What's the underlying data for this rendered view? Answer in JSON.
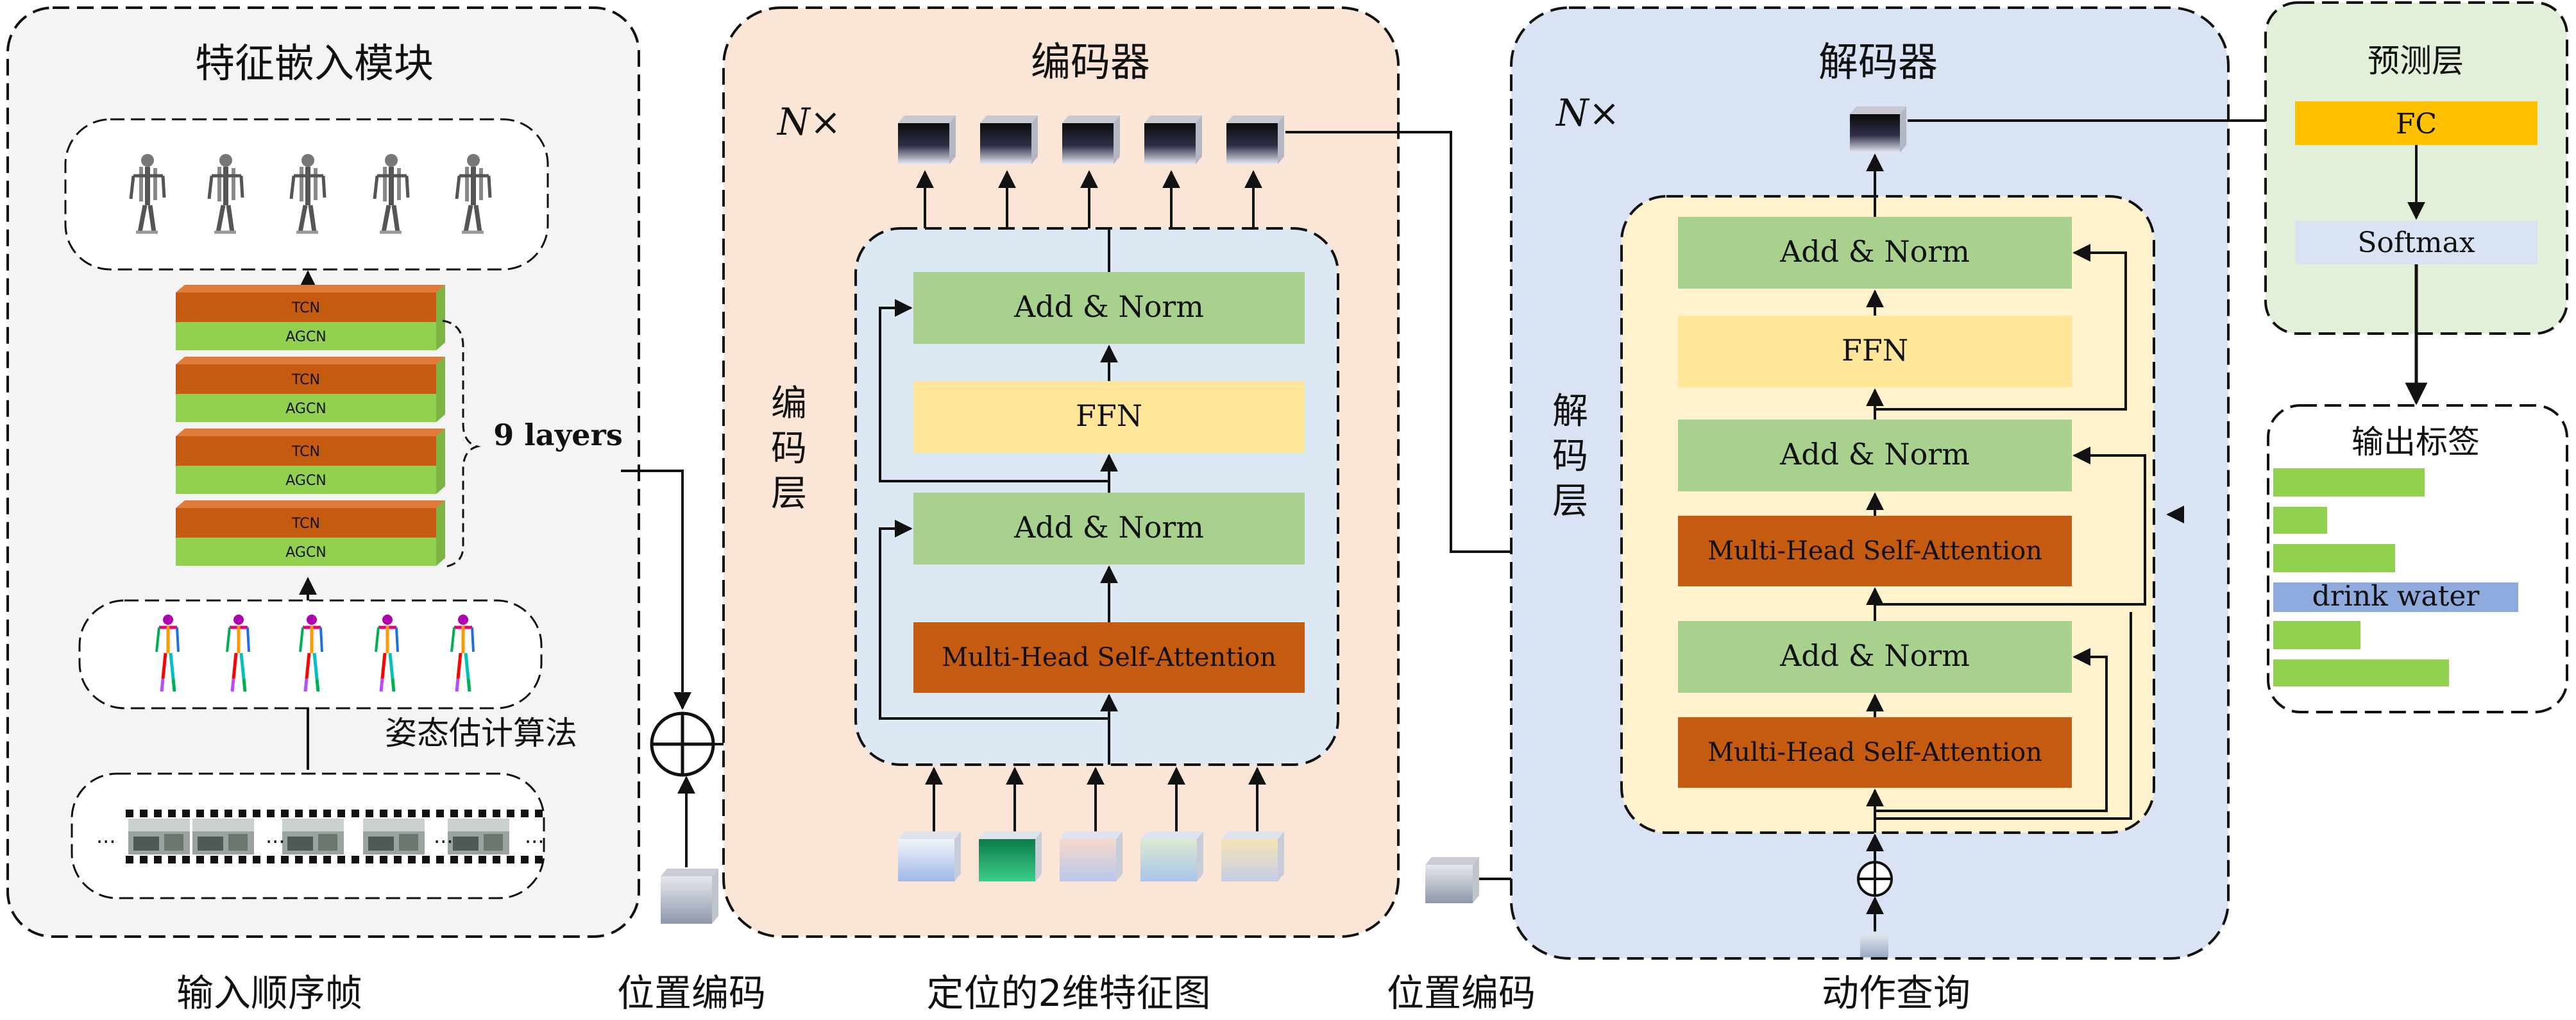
{
  "sections": {
    "feature_embedding": {
      "title": "特征嵌入模块",
      "layers_label": "9 layers",
      "pose_label": "姿态估计算法",
      "block_layers": [
        {
          "top": "TCN",
          "bottom": "AGCN"
        },
        {
          "top": "TCN",
          "bottom": "AGCN"
        },
        {
          "top": "TCN",
          "bottom": "AGCN"
        },
        {
          "top": "TCN",
          "bottom": "AGCN"
        }
      ],
      "frame_dots": "..."
    },
    "encoder": {
      "title": "编码器",
      "repeat": "N×",
      "layer_label": [
        "编",
        "码",
        "层"
      ],
      "blocks": {
        "add_norm_top": "Add & Norm",
        "ffn": "FFN",
        "add_norm_bottom": "Add & Norm",
        "attention": "Multi-Head Self-Attention"
      }
    },
    "decoder": {
      "title": "解码器",
      "repeat": "N×",
      "layer_label": [
        "解",
        "码",
        "层"
      ],
      "blocks": {
        "add_norm_1": "Add & Norm",
        "ffn": "FFN",
        "add_norm_2": "Add & Norm",
        "cross_attention": "Multi-Head Self-Attention",
        "add_norm_3": "Add & Norm",
        "self_attention": "Multi-Head Self-Attention"
      }
    },
    "prediction": {
      "title": "预测层",
      "fc": "FC",
      "softmax": "Softmax"
    },
    "output": {
      "title": "输出标签",
      "highlight": "drink water"
    }
  },
  "bottom_labels": {
    "input_frames": "输入顺序帧",
    "pos_enc_1": "位置编码",
    "feature_map": "定位的2维特征图",
    "pos_enc_2": "位置编码",
    "action_query": "动作查询"
  },
  "colors": {
    "panel_gray": "#f4f4f4",
    "panel_encoder": "#fbe5d6",
    "panel_decoder": "#dae3f3",
    "panel_prediction": "#e2f0d9",
    "inner_encoder": "#dde8f5",
    "inner_decoder": "#fff2cc",
    "add_norm": "#a9d18e",
    "ffn": "#ffe699",
    "attention": "#c55a11",
    "fc": "#ffc000",
    "softmax": "#dae3f3",
    "tcn": "#c55a11",
    "agcn": "#92d050",
    "label_bar": "#92d050",
    "label_highlight": "#8faadc"
  }
}
